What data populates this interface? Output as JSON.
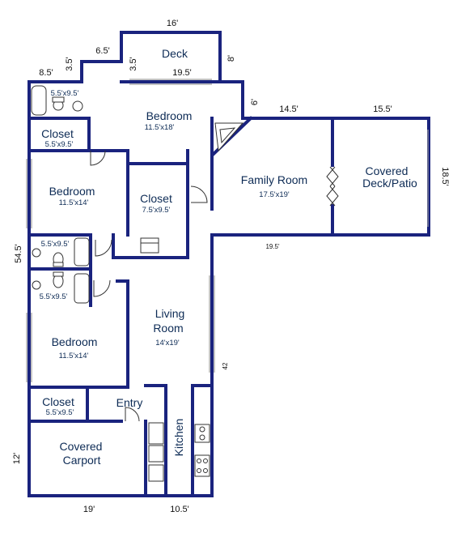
{
  "rooms": {
    "deck": "Deck",
    "bedroom_master": "Bedroom",
    "bedroom_master_size": "11.5'x18'",
    "bath1_size": "5.5'x9.5'",
    "closet1": "Closet",
    "closet1_size": "5.5'x9.5'",
    "bedroom2": "Bedroom",
    "bedroom2_size": "11.5'x14'",
    "closet2": "Closet",
    "closet2_size": "7.5'x9.5'",
    "family_room": "Family Room",
    "family_room_size": "17.5'x19'",
    "covered_deck_line1": "Covered",
    "covered_deck_line2": "Deck/Patio",
    "bath2_size": "5.5'x9.5'",
    "bath3_size": "5.5'x9.5'",
    "living_line1": "Living",
    "living_line2": "Room",
    "living_size": "14'x19'",
    "bedroom3": "Bedroom",
    "bedroom3_size": "11.5'x14'",
    "closet3": "Closet",
    "closet3_size": "5.5'x9.5'",
    "entry": "Entry",
    "kitchen": "Kitchen",
    "carport_line1": "Covered",
    "carport_line2": "Carport"
  },
  "dimensions": {
    "top_16": "16'",
    "d_6_5": "6.5'",
    "d_8_5": "8.5'",
    "d_3_5_a": "3.5'",
    "d_3_5_b": "3.5'",
    "d_8": "8'",
    "d_19_5_deck": "19.5'",
    "d_6": "6'",
    "d_14_5": "14.5'",
    "d_15_5": "15.5'",
    "d_18_5": "18.5'",
    "d_19_5_family": "19.5'",
    "d_54_5": "54.5'",
    "d_42": "42",
    "d_12": "12'",
    "d_19_bottom": "19'",
    "d_10_5_bottom": "10.5'"
  },
  "colors": {
    "wall": "#1a237e",
    "label": "#0d2b55"
  }
}
